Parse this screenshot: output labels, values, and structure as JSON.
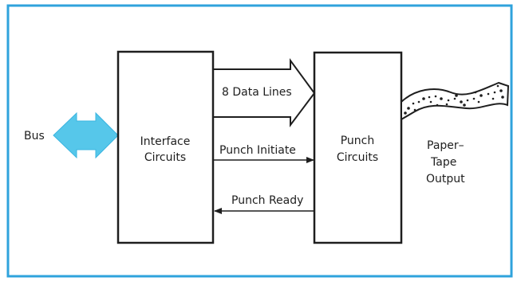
{
  "colors": {
    "frame": "#2fa3dc",
    "bus": "#56c7ea",
    "ink": "#1e1e1e",
    "background": "#ffffff"
  },
  "labels": {
    "bus": "Bus",
    "interface": [
      "Interface",
      "Circuits"
    ],
    "punch": [
      "Punch",
      "Circuits"
    ],
    "data_lines": "8 Data Lines",
    "punch_initiate": "Punch Initiate",
    "punch_ready": "Punch Ready",
    "output": [
      "Paper–",
      "Tape",
      "Output"
    ]
  }
}
